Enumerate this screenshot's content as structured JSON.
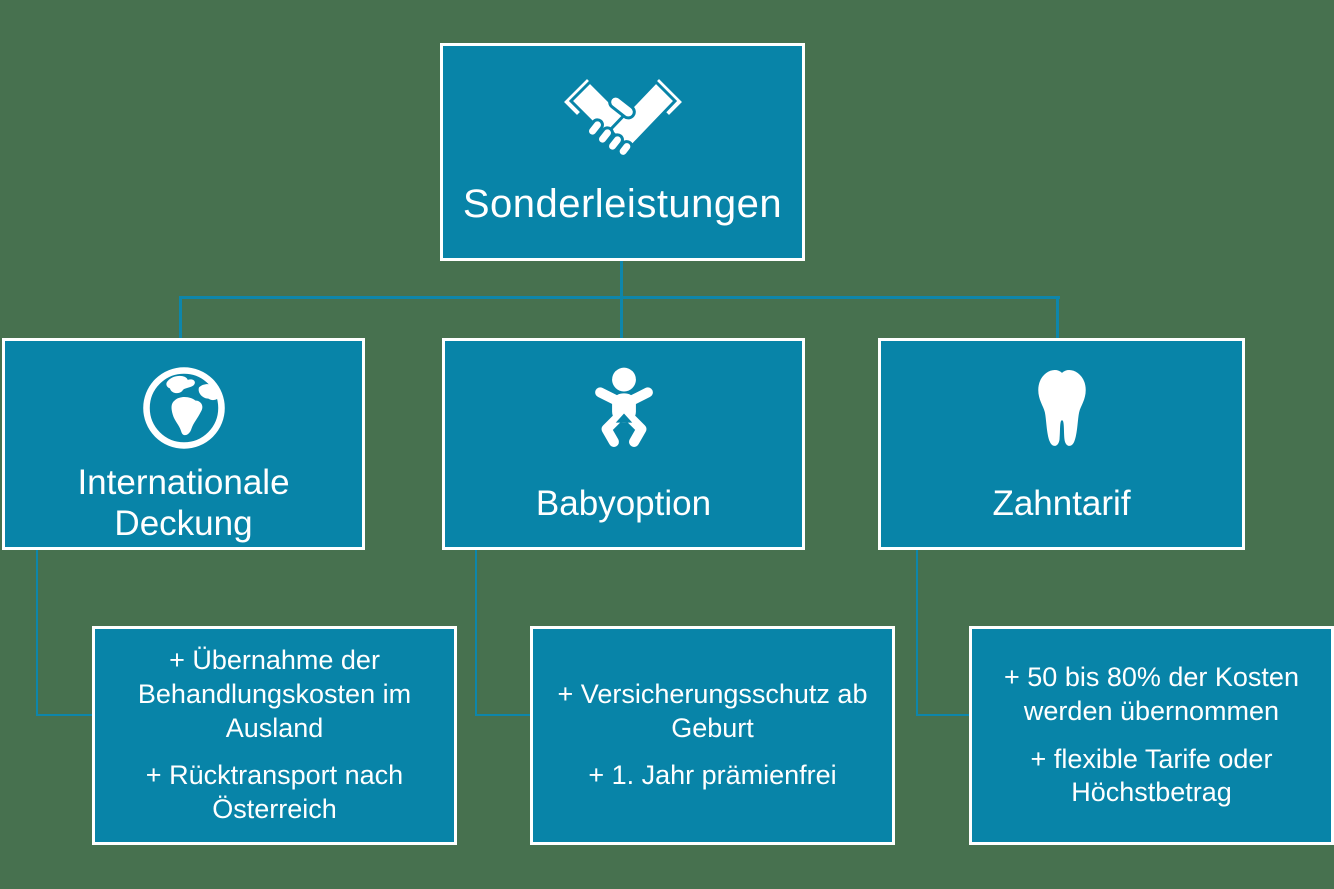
{
  "colors": {
    "background": "#47714F",
    "box_fill": "#0884A8",
    "box_border": "#FFFFFF",
    "connector": "#0E86AA",
    "text": "#FFFFFF"
  },
  "root": {
    "label": "Sonderleistungen",
    "icon": "handshake-icon"
  },
  "branches": [
    {
      "label": "Internationale Deckung",
      "icon": "globe-icon",
      "details": [
        "+ Übernahme der Behandlungskosten im Ausland",
        "+ Rücktransport nach Österreich"
      ]
    },
    {
      "label": "Babyoption",
      "icon": "baby-icon",
      "details": [
        "+ Versicherungsschutz ab Geburt",
        "+ 1. Jahr prämienfrei"
      ]
    },
    {
      "label": "Zahntarif",
      "icon": "tooth-icon",
      "details": [
        "+ 50 bis 80% der Kosten werden übernommen",
        "+ flexible Tarife oder Höchstbetrag"
      ]
    }
  ]
}
